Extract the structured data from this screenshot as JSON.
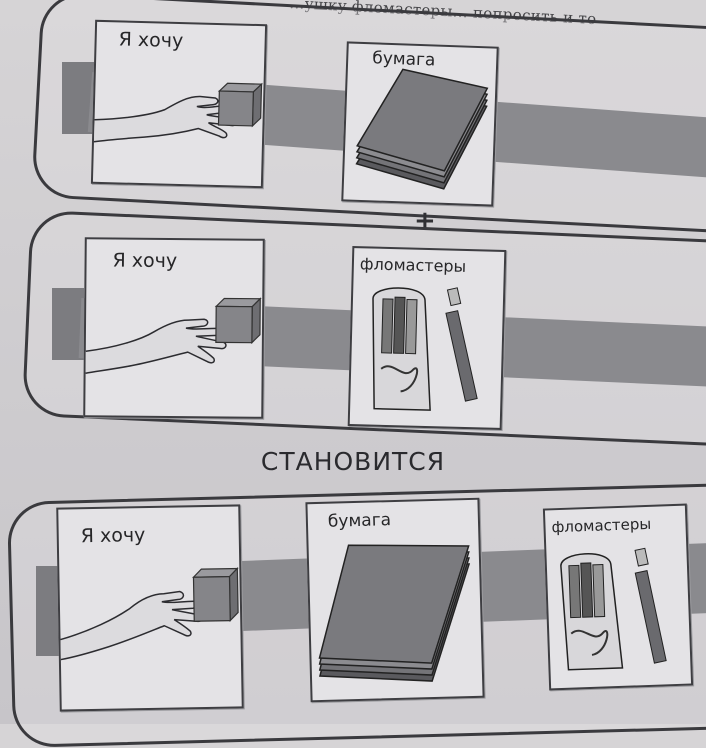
{
  "header_fragment": "...ушку фломастеры... попросить и то",
  "rows": [
    {
      "cards": [
        {
          "label": "Я хочу"
        },
        {
          "label": "бумага"
        }
      ]
    },
    {
      "cards": [
        {
          "label": "Я хочу"
        },
        {
          "label": "фломастеры"
        }
      ]
    },
    {
      "cards": [
        {
          "label": "Я хочу"
        },
        {
          "label": "бумага"
        },
        {
          "label": "фломастеры"
        }
      ]
    }
  ],
  "plus_sign": "+",
  "becomes_label": "СТАНОВИТСЯ",
  "colors": {
    "strip": "#8a8a8e",
    "frame": "#3a3a3e",
    "card": "#e4e3e6"
  }
}
